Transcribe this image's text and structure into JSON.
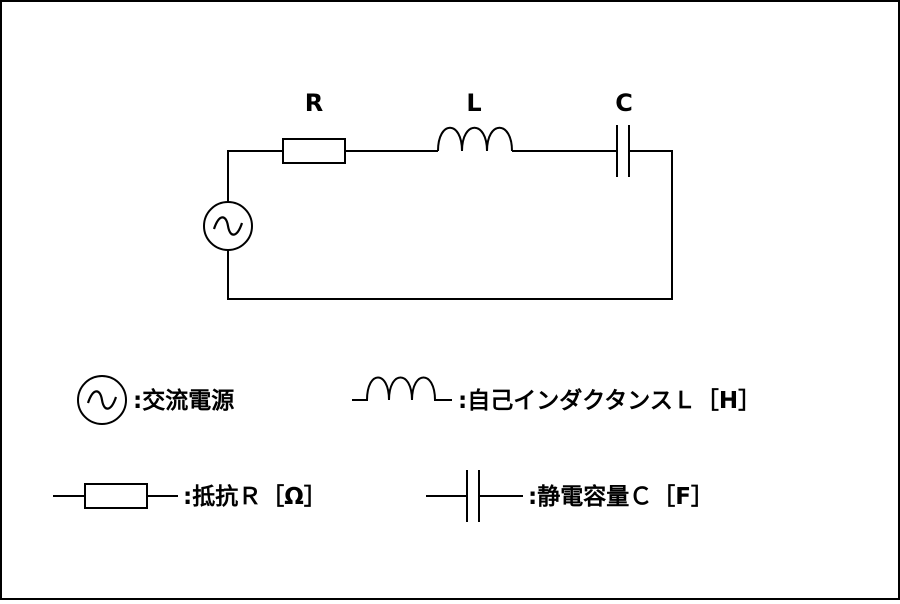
{
  "circuit": {
    "resistor_label": "R",
    "inductor_label": "L",
    "capacitor_label": "C",
    "source_symbol": "~"
  },
  "legend": {
    "source": ":交流電源",
    "inductor": ":自己インダクタンスＬ［H］",
    "resistor": ":抵抗Ｒ［Ω］",
    "capacitor": ":静電容量Ｃ［F］"
  }
}
